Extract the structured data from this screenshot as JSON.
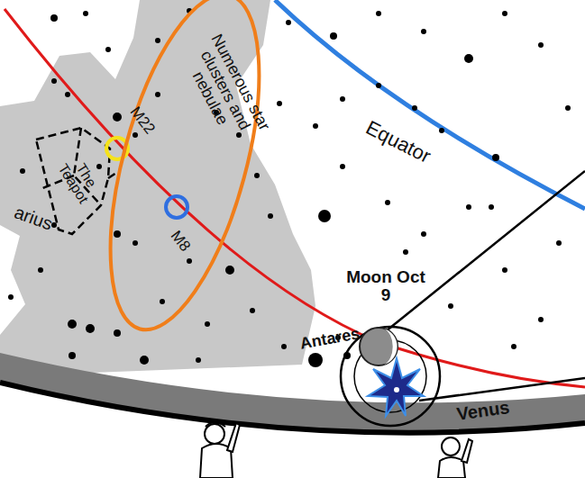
{
  "diagram": {
    "nodes": [
      {
        "text": [
          "Numerous star clusters and nebulae"
        ]
      }
    ],
    "labels": [
      "Equator",
      "M22",
      "M8",
      "The Teapot",
      "arius",
      "Moon Oct 9",
      "Antares",
      "Venus"
    ]
  }
}
